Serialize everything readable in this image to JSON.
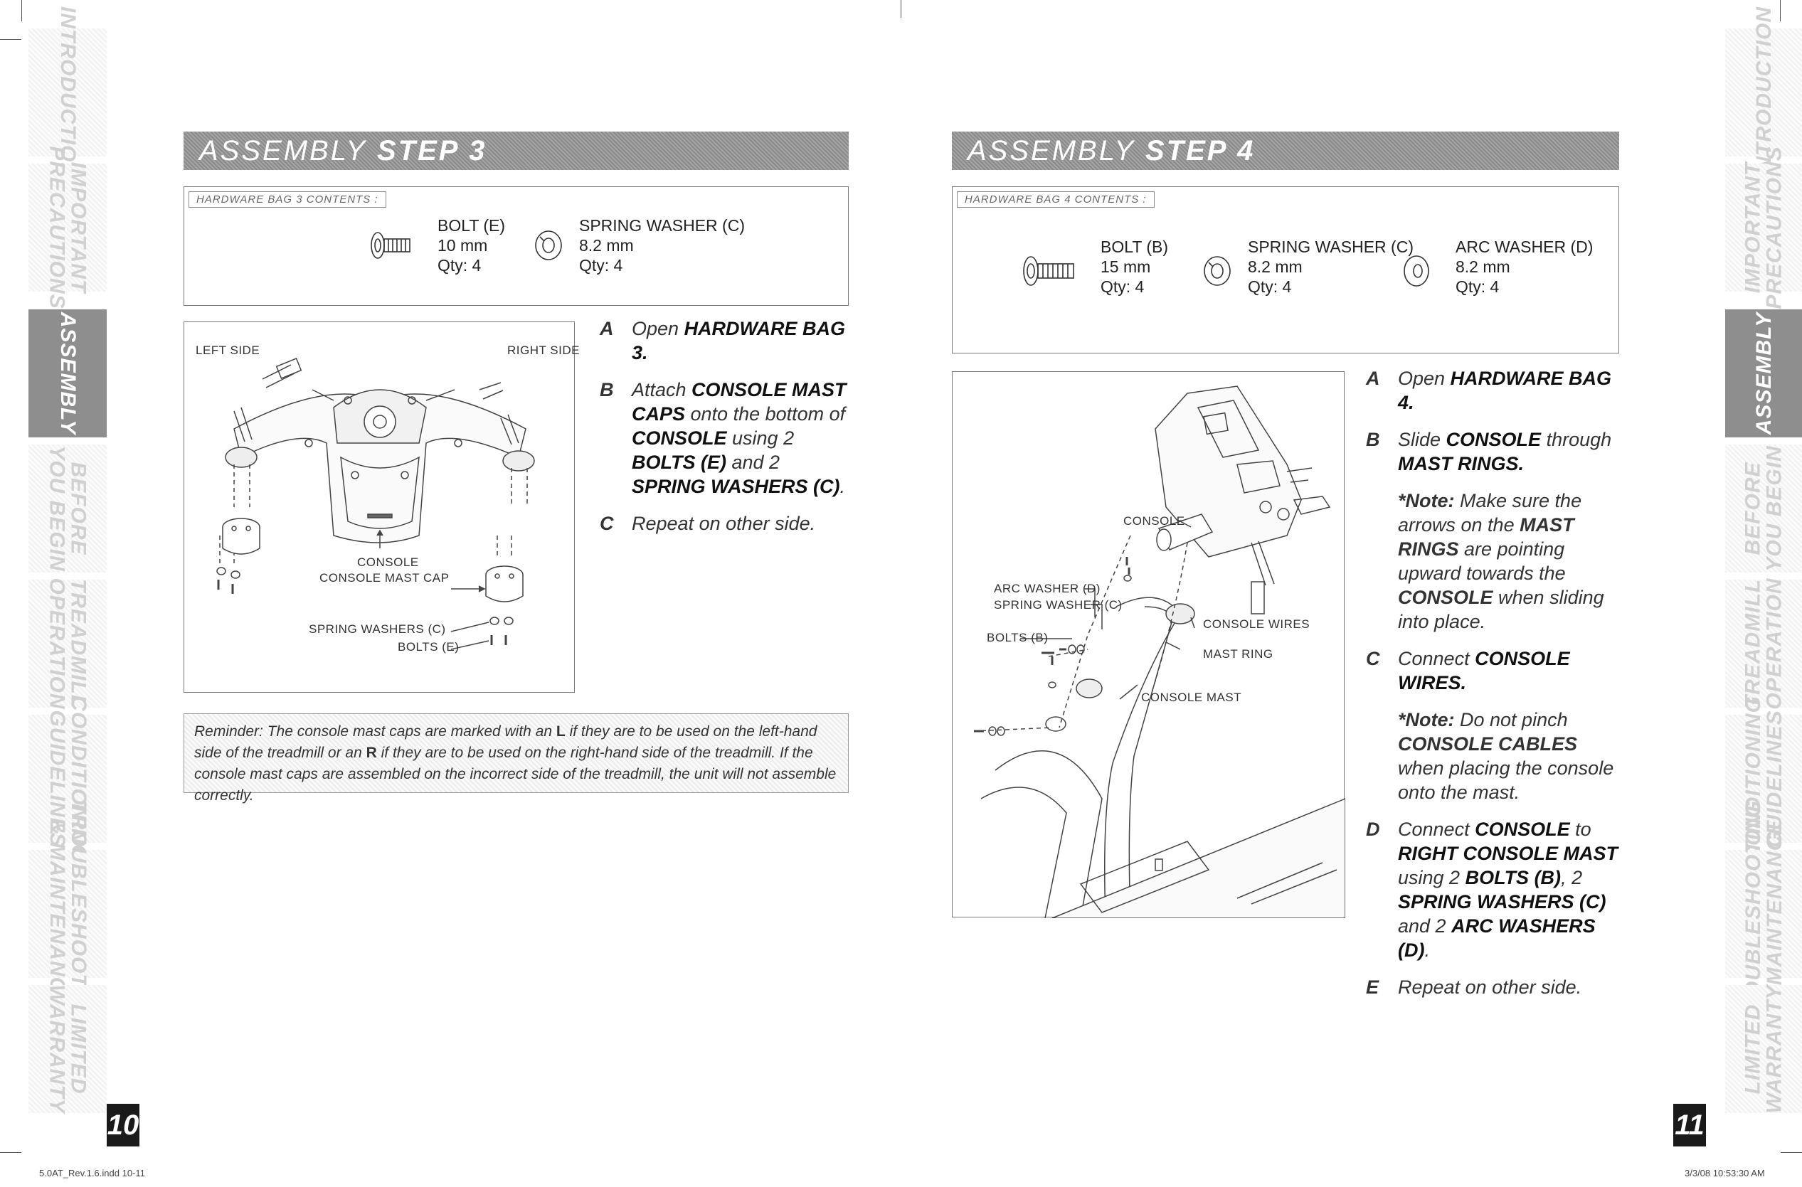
{
  "side_tabs": [
    "INTRODUCTION",
    "IMPORTANT\nPRECAUTIONS",
    "ASSEMBLY",
    "BEFORE\nYOU BEGIN",
    "TREADMILL\nOPERATION",
    "CONDITIONING\nGUIDELINES",
    "TROUBLESHOOTING\n& MAINTENANCE",
    "LIMITED\nWARRANTY"
  ],
  "active_tab_index": 2,
  "left_page": {
    "page_number": "10",
    "step_title_prefix": "ASSEMBLY",
    "step_title_strong": "STEP 3",
    "hardware_label": "HARDWARE BAG 3 CONTENTS :",
    "hardware": [
      {
        "name": "BOLT (E)",
        "size": "10 mm",
        "qty": "Qty: 4"
      },
      {
        "name": "SPRING WASHER (C)",
        "size": "8.2 mm",
        "qty": "Qty: 4"
      }
    ],
    "figure_labels": {
      "left_side": "LEFT SIDE",
      "right_side": "RIGHT SIDE",
      "console": "CONSOLE",
      "console_mast_cap": "CONSOLE MAST CAP",
      "spring_washers": "SPRING WASHERS (C)",
      "bolts": "BOLTS (E)"
    },
    "instructions": [
      {
        "letter": "A",
        "html": "Open <b>HARDWARE BAG 3.</b>"
      },
      {
        "letter": "B",
        "html": "Attach <b>CONSOLE MAST CAPS</b> onto the bottom of <b>CONSOLE</b> using 2 <b>BOLTS (E)</b> and 2 <b>SPRING WASHERS (C)</b>."
      },
      {
        "letter": "C",
        "html": "Repeat on other side."
      }
    ],
    "reminder": "Reminder: The console mast caps are marked with an <b>L</b> if they are to be used on the left-hand side of the treadmill or an <b>R</b> if they are to be used on the right-hand side of the treadmill. If the console mast caps are assembled on the incorrect side of the treadmill, the unit will not assemble correctly."
  },
  "right_page": {
    "page_number": "11",
    "step_title_prefix": "ASSEMBLY",
    "step_title_strong": "STEP 4",
    "hardware_label": "HARDWARE BAG 4 CONTENTS :",
    "hardware": [
      {
        "name": "BOLT (B)",
        "size": "15 mm",
        "qty": "Qty: 4"
      },
      {
        "name": "SPRING WASHER (C)",
        "size": "8.2 mm",
        "qty": "Qty: 4"
      },
      {
        "name": "ARC WASHER (D)",
        "size": "8.2 mm",
        "qty": "Qty: 4"
      }
    ],
    "figure_labels": {
      "console": "CONSOLE",
      "arc_washer": "ARC WASHER (D)",
      "spring_washer": "SPRING WASHER (C)",
      "bolts": "BOLTS (B)",
      "console_wires": "CONSOLE WIRES",
      "mast_ring": "MAST RING",
      "console_mast": "CONSOLE MAST"
    },
    "instructions": [
      {
        "letter": "A",
        "html": "Open <b>HARDWARE BAG 4.</b>"
      },
      {
        "letter": "B",
        "html": "Slide <b>CONSOLE</b> through <b>MAST RINGS.</b>",
        "note": "<b>*Note:</b> Make sure the arrows on the <b>MAST RINGS</b> are pointing upward towards the <b>CONSOLE</b> when sliding into place."
      },
      {
        "letter": "C",
        "html": "Connect <b>CONSOLE WIRES.</b>",
        "note": "<b>*Note:</b> Do not pinch <b>CONSOLE CABLES</b> when placing the console onto the mast."
      },
      {
        "letter": "D",
        "html": "Connect <b>CONSOLE</b> to <b>RIGHT CONSOLE MAST</b> using 2 <b>BOLTS (B)</b>, 2 <b>SPRING WASHERS (C)</b> and 2 <b>ARC WASHERS (D)</b>."
      },
      {
        "letter": "E",
        "html": "Repeat on other side."
      }
    ]
  },
  "footer": {
    "left": "5.0AT_Rev.1.6.indd   10-11",
    "right": "3/3/08   10:53:30 AM"
  }
}
